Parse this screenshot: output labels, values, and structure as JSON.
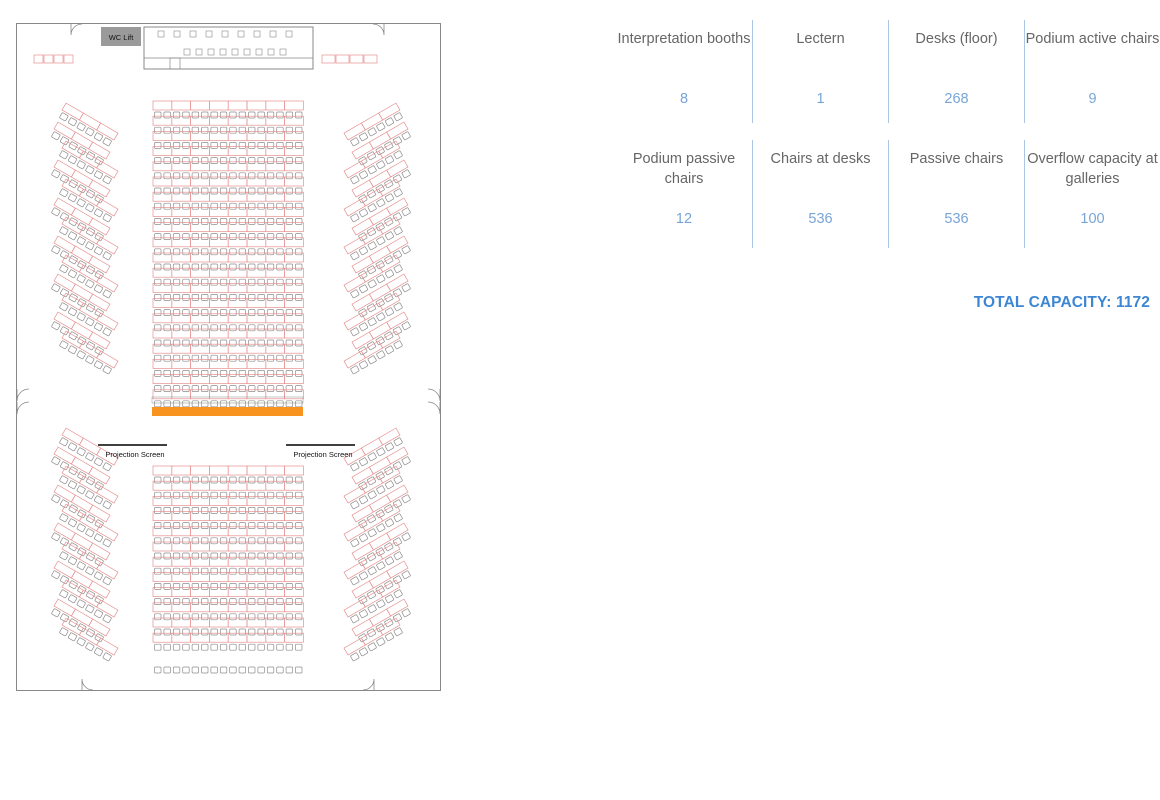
{
  "floor_plan": {
    "wc_lift_label": "WC Lift",
    "projection_screen_left": "Projection Screen",
    "projection_screen_right": "Projection Screen",
    "colors": {
      "wall": "#888888",
      "desk": "#e79090",
      "chair": "#8d8d8d",
      "podium_desk": "#f7931e",
      "wc_block": "#9a9a9a"
    }
  },
  "stats": [
    {
      "label": "Interpretation booths",
      "value": "8"
    },
    {
      "label": "Lectern",
      "value": "1"
    },
    {
      "label": "Desks (floor)",
      "value": "268"
    },
    {
      "label": "Podium active chairs",
      "value": "9"
    },
    {
      "label": "Podium passive chairs",
      "value": "12"
    },
    {
      "label": "Chairs at desks",
      "value": "536"
    },
    {
      "label": "Passive chairs",
      "value": "536"
    },
    {
      "label": "Overflow capacity at galleries",
      "value": "100"
    }
  ],
  "total_capacity": "TOTAL CAPACITY: 1172"
}
